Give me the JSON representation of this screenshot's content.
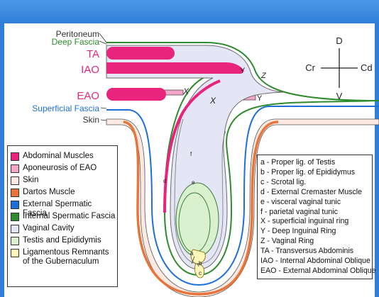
{
  "anatomy_labels": {
    "peritoneum": "Peritoneum",
    "deep_fascia": "Deep Fascia",
    "ta": "TA",
    "iao": "IAO",
    "eao": "EAO",
    "superficial_fascia": "Superficial Fascia",
    "skin": "Skin"
  },
  "compass": {
    "dorsal": "D",
    "ventral": "V",
    "cranial": "Cr",
    "caudal": "Cd"
  },
  "markers": {
    "x_upper": "X",
    "x_lower": "X",
    "y_upper": "Y",
    "y_lower": "Y",
    "z": "Z",
    "a": "a",
    "b": "b",
    "c": "c",
    "d": "d",
    "e": "e",
    "f": "f"
  },
  "legend": [
    {
      "label": "Abdominal Muscles",
      "color": "#e8247c"
    },
    {
      "label": "Aponeurosis of EAO",
      "color": "#f4a6c8"
    },
    {
      "label": "Skin",
      "color": "#fde9e2"
    },
    {
      "label": "Dartos Muscle",
      "color": "#e8743a"
    },
    {
      "label": "External Spermatic Fascia",
      "color": "#1f6fd8"
    },
    {
      "label": "Internal Spermatic Fascia",
      "color": "#2e8b2e"
    },
    {
      "label": "Vaginal Cavity",
      "color": "#e4e6f6"
    },
    {
      "label": "Testis and Epididymis",
      "color": "#d9f1cf"
    },
    {
      "label": "Ligamentous Remnants of the Gubernaculum",
      "line1": "Ligamentous Remnants",
      "line2": "of the Gubernaculum",
      "color": "#fdf6b8"
    }
  ],
  "key": [
    "a - Proper lig. of Testis",
    "b - Proper lig. of Epididymus",
    "c - Scrotal lig.",
    "d - External Cremaster Muscle",
    "e - visceral vaginal tunic",
    "f - parietal vaginal tunic",
    "X - superficial inguinal ring",
    "Y - Deep Inguinal Ring",
    "Z - Vaginal Ring",
    "TA - Transversus Abdominis",
    "IAO - Internal Abdominal Oblique",
    "EAO - External Abdominal Oblique"
  ]
}
